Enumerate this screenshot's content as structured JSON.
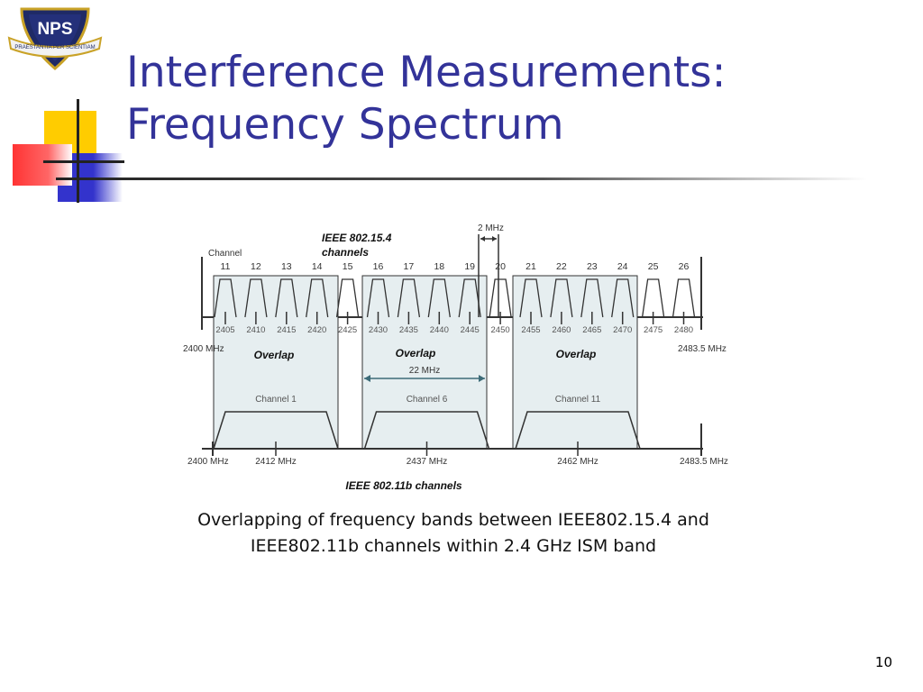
{
  "title": {
    "line1": "Interference Measurements:",
    "line2": "Frequency Spectrum"
  },
  "logo": {
    "text": "NPS",
    "motto": "PRAESTANTIA PER SCIENTIAM"
  },
  "colors": {
    "title": "#333399",
    "deco_yellow": "#ffcc00",
    "deco_blue": "#3333cc",
    "deco_red": "#ff3333"
  },
  "figure": {
    "zigbee_label": {
      "line1": "IEEE 802.15.4",
      "line2": "channels"
    },
    "wifi_label": "IEEE 802.11b channels",
    "two_mhz_label": "2 MHz",
    "channel_header": "Channel",
    "band_start_top": "2400 MHz",
    "band_end_top": "2483.5 MHz",
    "band_start_bottom": "2400 MHz",
    "band_end_bottom": "2483.5 MHz",
    "width_label": "22 MHz",
    "overlap_label": "Overlap",
    "zigbee_channels": [
      {
        "num": "11",
        "freq": "2405"
      },
      {
        "num": "12",
        "freq": "2410"
      },
      {
        "num": "13",
        "freq": "2415"
      },
      {
        "num": "14",
        "freq": "2420"
      },
      {
        "num": "15",
        "freq": "2425"
      },
      {
        "num": "16",
        "freq": "2430"
      },
      {
        "num": "17",
        "freq": "2435"
      },
      {
        "num": "18",
        "freq": "2440"
      },
      {
        "num": "19",
        "freq": "2445"
      },
      {
        "num": "20",
        "freq": "2450"
      },
      {
        "num": "21",
        "freq": "2455"
      },
      {
        "num": "22",
        "freq": "2460"
      },
      {
        "num": "23",
        "freq": "2465"
      },
      {
        "num": "24",
        "freq": "2470"
      },
      {
        "num": "25",
        "freq": "2475"
      },
      {
        "num": "26",
        "freq": "2480"
      }
    ],
    "wifi_channels": [
      {
        "name": "Channel 1",
        "freq": "2412 MHz"
      },
      {
        "name": "Channel 6",
        "freq": "2437 MHz"
      },
      {
        "name": "Channel 11",
        "freq": "2462 MHz"
      }
    ]
  },
  "caption": {
    "line1": "Overlapping of frequency bands between IEEE802.15.4 and",
    "line2": "IEEE802.11b channels within 2.4 GHz ISM band"
  },
  "page_number": "10"
}
